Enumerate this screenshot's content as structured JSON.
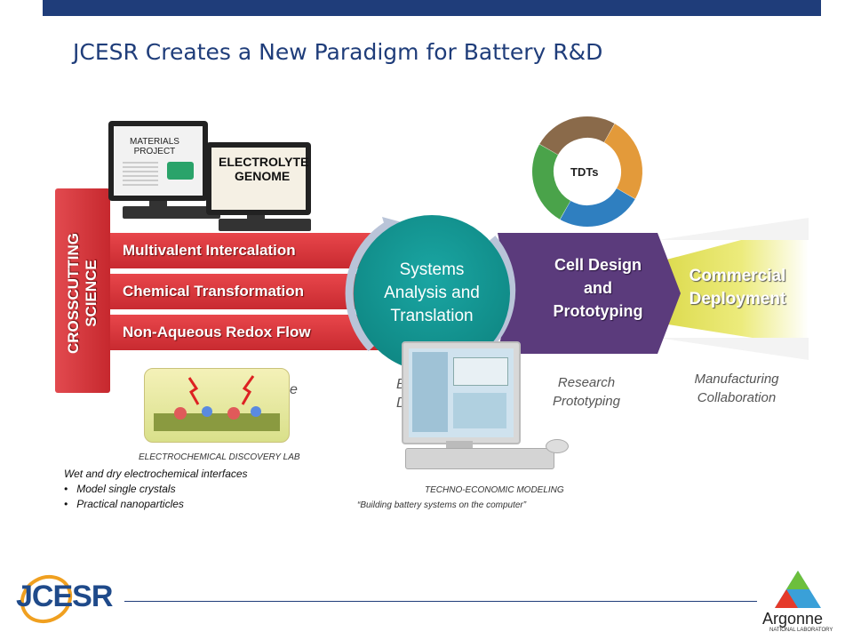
{
  "title": "JCESR Creates a New Paradigm for Battery R&D",
  "crosscutting": {
    "line1": "CROSSCUTTING",
    "line2": "SCIENCE"
  },
  "bands": [
    "Multivalent Intercalation",
    "Chemical Transformation",
    "Non-Aqueous Redox Flow"
  ],
  "materials_project": {
    "line1": "MATERIALS",
    "line2": "PROJECT"
  },
  "electrolyte_genome": {
    "line1": "ELECTROLYTE",
    "line2": "GENOME"
  },
  "tdts_label": "TDTs",
  "circle": {
    "line1": "Systems",
    "line2": "Analysis and",
    "line3": "Translation"
  },
  "cell_design": {
    "line1": "Cell Design",
    "line2": "and",
    "line3": "Prototyping"
  },
  "commercial": {
    "line1": "Commercial",
    "line2": "Deployment"
  },
  "partial_science": "ce",
  "partial_bd": {
    "line1": "B",
    "line2": "D"
  },
  "research_prototyping": {
    "line1": "Research",
    "line2": "Prototyping"
  },
  "manufacturing": {
    "line1": "Manufacturing",
    "line2": "Collaboration"
  },
  "ecdl": {
    "caption": "ELECTROCHEMICAL DISCOVERY LAB",
    "heading": "Wet and dry electrochemical interfaces",
    "bullets": [
      "Model single crystals",
      "Practical nanoparticles"
    ]
  },
  "techno": {
    "caption": "TECHNO-ECONOMIC MODELING",
    "quote": "“Building battery systems on the computer”"
  },
  "logos": {
    "jcesr": "JCESR",
    "argonne": "Argonne",
    "argonne_sub": "NATIONAL LABORATORY"
  },
  "colors": {
    "title_blue": "#1f3d7a",
    "band_red": "#d93a3f",
    "teal": "#0f8f8b",
    "purple": "#5b3b7c",
    "commercial_yellow": "#e6e34e"
  }
}
